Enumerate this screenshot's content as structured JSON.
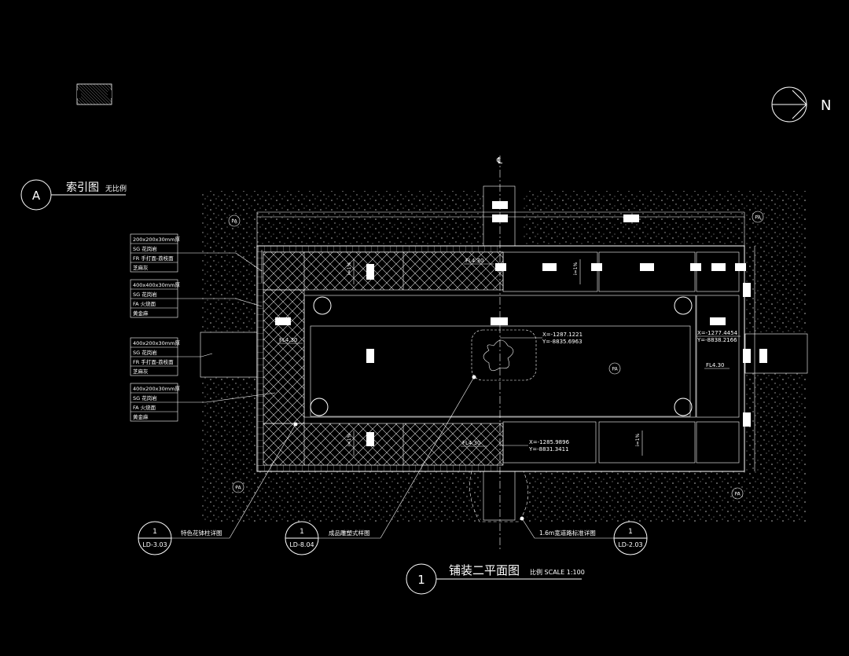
{
  "index_plan": {
    "marker_letter": "A",
    "title": "索引图",
    "scale_note": "无比例"
  },
  "north_arrow": {
    "label": "N"
  },
  "centerline_symbol": "℄",
  "legend": [
    {
      "rows": [
        "200x200x30mm厚",
        "SG              花岗岩",
        "FR 手打面-荔枝面",
        "芝麻灰"
      ]
    },
    {
      "rows": [
        "400x400x30mm厚",
        "SG              花岗岩",
        "FA              火烧面",
        "黄金麻"
      ]
    },
    {
      "rows": [
        "400x200x30mm厚",
        "SG              花岗岩",
        "FR 手打面-荔枝面",
        "芝麻灰"
      ]
    },
    {
      "rows": [
        "400x200x30mm厚",
        "SG              花岗岩",
        "FA              火烧面",
        "黄金麻"
      ]
    }
  ],
  "pa_tags": [
    "PA",
    "PA",
    "PA",
    "PA",
    "PA"
  ],
  "fl_tags": [
    "FL4.30",
    "FL4.30",
    "FL4.30",
    "FL4.30"
  ],
  "slope_tags": [
    "i=1%",
    "i=1%",
    "i=1%",
    "i=1%"
  ],
  "coordinates": [
    {
      "x": "X=-1287.1221",
      "y": "Y=-8835.6963"
    },
    {
      "x": "X=-1277.4454",
      "y": "Y=-8838.2166"
    },
    {
      "x": "X=-1285.9896",
      "y": "Y=-8831.3411"
    }
  ],
  "detail_callouts": [
    {
      "num": "1",
      "sheet": "LD-3.03",
      "label": "特色花钵柱详图"
    },
    {
      "num": "1",
      "sheet": "LD-8.04",
      "label": "成品雕塑式样图"
    },
    {
      "num": "1",
      "sheet": "LD-2.03",
      "label": "1.6m宽道路标准详图"
    }
  ],
  "main_title": {
    "num": "1",
    "title": "铺装二平面图",
    "scale": "比例 SCALE 1:100"
  }
}
